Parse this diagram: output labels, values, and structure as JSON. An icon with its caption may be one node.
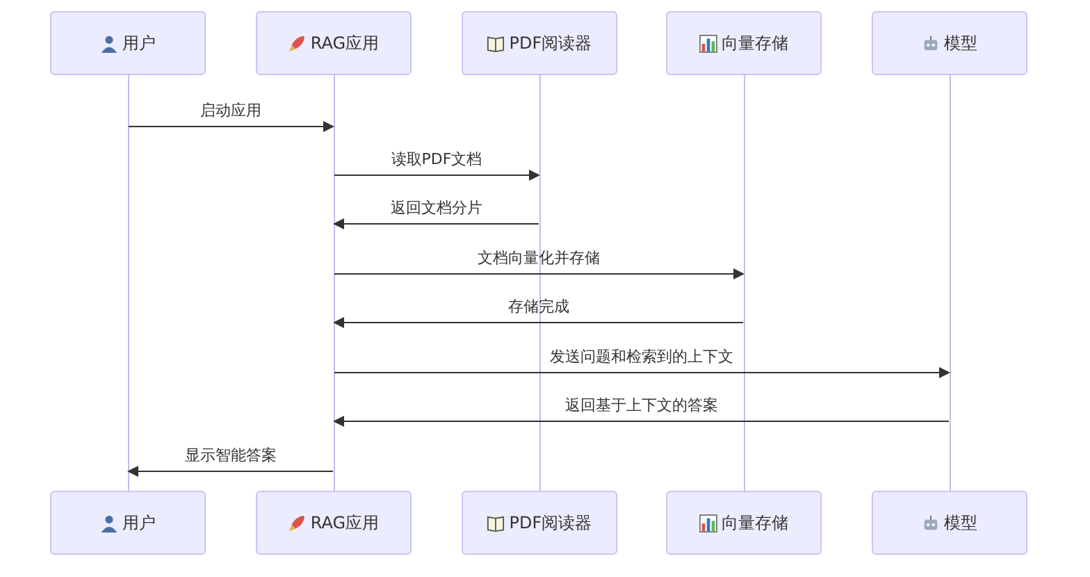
{
  "diagram": {
    "nodes": [
      {
        "text": [
          "用户"
        ]
      },
      {
        "text": [
          "RAG应用"
        ]
      },
      {
        "text": [
          "PDF阅读器"
        ]
      },
      {
        "text": [
          "向量存储"
        ]
      },
      {
        "text": [
          "模型"
        ]
      },
      {
        "text": [],
        "shape": "line"
      },
      {
        "text": [],
        "shape": "line"
      },
      {
        "text": [],
        "shape": "line"
      },
      {
        "text": [],
        "shape": "line"
      },
      {
        "text": [],
        "shape": "line"
      },
      {
        "text": [
          "用户"
        ]
      },
      {
        "text": [
          "RAG应用"
        ]
      },
      {
        "text": [
          "PDF阅读器"
        ]
      },
      {
        "text": [
          "向量存储"
        ]
      },
      {
        "text": [
          "模型"
        ]
      }
    ],
    "edges": [
      {
        "from": 5,
        "to": 6,
        "arrow": "to",
        "label": "启动应用"
      },
      {
        "from": 6,
        "to": 7,
        "arrow": "to",
        "label": "读取PDF文档"
      },
      {
        "from": 7,
        "to": 6,
        "arrow": "to",
        "label": "返回文档分片"
      },
      {
        "from": 6,
        "to": 8,
        "arrow": "to",
        "label": "文档向量化并存储"
      },
      {
        "from": 8,
        "to": 6,
        "arrow": "to",
        "label": "存储完成"
      },
      {
        "from": 6,
        "to": 9,
        "arrow": "to",
        "label": "发送问题和检索到的上下文"
      },
      {
        "from": 9,
        "to": 6,
        "arrow": "to",
        "label": "返回基于上下文的答案"
      },
      {
        "from": 6,
        "to": 5,
        "arrow": "to",
        "label": "显示智能答案"
      }
    ]
  }
}
